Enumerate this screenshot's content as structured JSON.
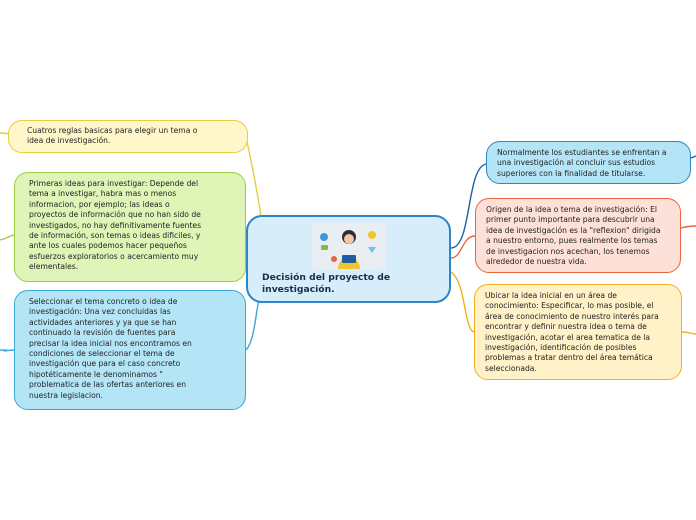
{
  "central": {
    "title": "Decisión del proyecto de\ninvestigación."
  },
  "topics": {
    "left1": "Cuatros reglas basicas para elegir un tema o\nidea de investigación.",
    "left2": "Primeras ideas para investigar: Depende del\ntema a investigar, habra mas o menos\ninformacion, por ejemplo; las ideas o\nproyectos de información que no han sido de\ninvestigados, no hay definitivamente fuentes\nde información, son temas o ideas dificiles, y\nante los cuales podemos hacer pequeños\nesfuerzos exploratorios o acercamiento muy\nelementales.",
    "left3": "Seleccionar el tema concreto o idea de\ninvestigación: Una vez concluidas las\nactividades anteriores y ya que se han\ncontinuado la revisión de fuentes para\nprecisar la idea inicial nos encontramos en\ncondiciones de seleccionar el tema de\ninvestigación que para el caso concreto\nhipotéticamente le denominamos \"\nproblematica de las ofertas anteriores en\nnuestra legislacion.",
    "right1": "Normalmente los estudiantes se enfrentan a\nuna investigación al concluir sus estudios\nsuperiores con la finalidad de titularse.",
    "right2": "Origen de la idea o tema de investigación: El\nprimer punto importante para descubrir una\nidea de investigación es la \"reflexion\" dirigida\na nuestro entorno, pues realmente los temas\nde investigacion nos acechan, los tenemos\nalrededor de nuestra vida.",
    "right3": "Ubicar la idea inicial en un área de\nconocimiento: Especificar, lo mas posible, el\nárea de conocimiento de nuestro interés para\nencontrar y definir nuestra idea o tema de\ninvestigación, acotar el area tematica de la\ninvestigación, identificación de posibles\nproblemas a tratar dentro del área temática\nseleccionada."
  },
  "colors": {
    "left1": "#e6cf3c",
    "left2": "#9ecb45",
    "left3": "#39a8d8",
    "right1": "#1f5fa0",
    "right2": "#e8653f",
    "right3": "#f2b01e"
  }
}
